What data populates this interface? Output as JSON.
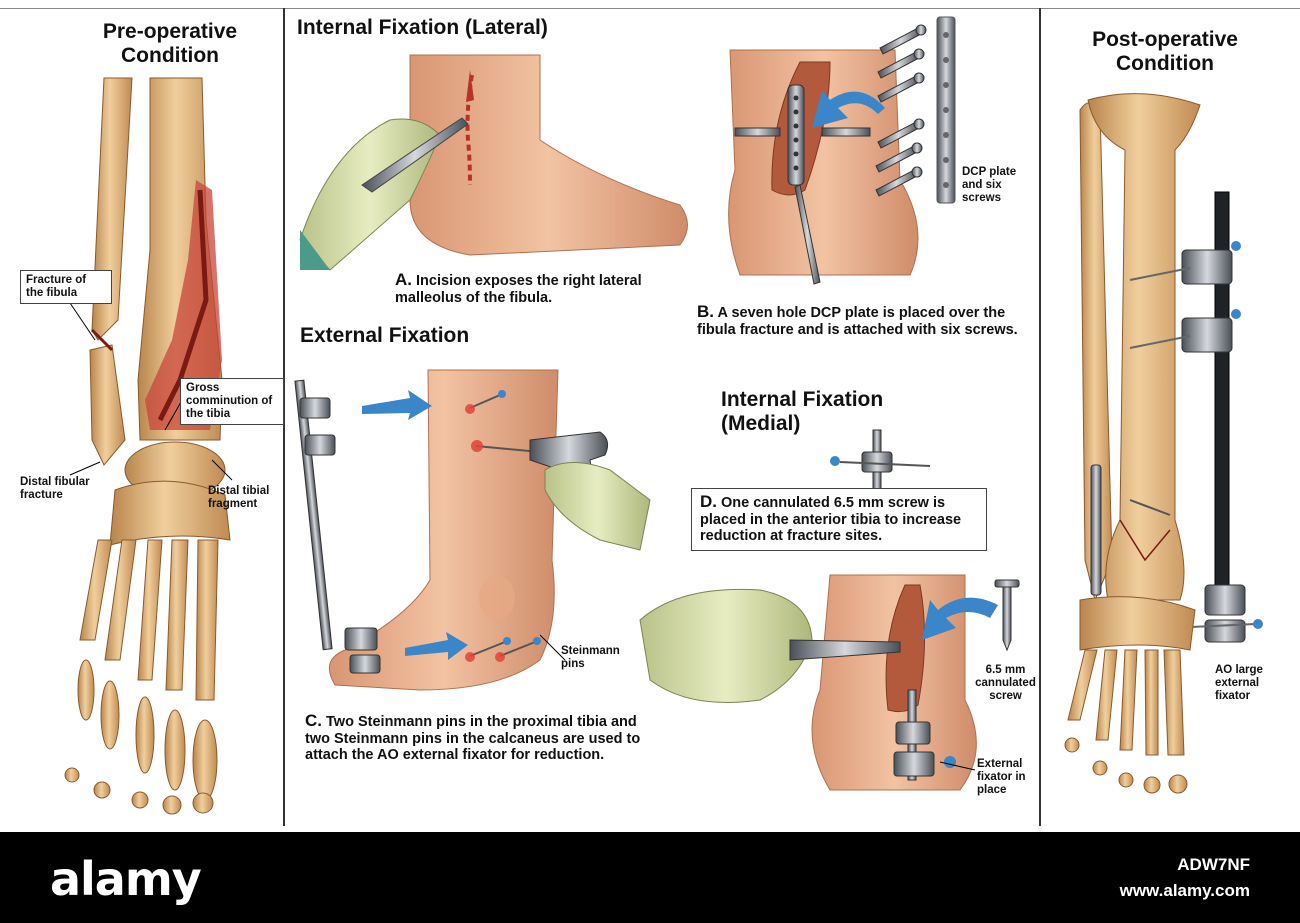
{
  "panels": {
    "pre_op": {
      "title": "Pre-operative Condition",
      "labels": {
        "fibula_fracture": "Fracture of the fibula",
        "gross_comminution": "Gross comminution of the tibia",
        "distal_fibular": "Distal fibular fracture",
        "distal_tibial": "Distal tibial fragment"
      }
    },
    "internal_lateral": {
      "title": "Internal Fixation (Lateral)",
      "caption_a_letter": "A.",
      "caption_a": "Incision exposes the right lateral malleolus of the fibula.",
      "caption_b_letter": "B.",
      "caption_b": "A seven hole DCP plate is placed over the fibula fracture and is attached with six screws.",
      "plate_label": "DCP plate and six screws"
    },
    "external": {
      "title": "External Fixation",
      "caption_c_letter": "C.",
      "caption_c": "Two Steinmann pins in the proximal tibia and two Steinmann pins in the calcaneus are used to attach the AO external fixator for reduction.",
      "pins_label": "Steinmann pins"
    },
    "internal_medial": {
      "title": "Internal Fixation (Medial)",
      "caption_d_letter": "D.",
      "caption_d": "One cannulated 6.5 mm screw is placed in the anterior tibia to increase reduction at fracture sites.",
      "screw_label": "6.5 mm cannulated screw",
      "fixator_label": "External fixator in place"
    },
    "post_op": {
      "title": "Post-operative Condition",
      "fixator_label": "AO large external fixator"
    }
  },
  "footer": {
    "brand": "alamy",
    "image_code": "ADW7NF",
    "url": "www.alamy.com"
  },
  "colors": {
    "bone": "#e7c08a",
    "bone_shade": "#c48a4e",
    "skin": "#e9b18c",
    "skin_shade": "#c98363",
    "fracture_red": "#b7322a",
    "glove": "#d8dfa8",
    "steel": "#8a8f98",
    "arrow_blue": "#3a86c8"
  }
}
